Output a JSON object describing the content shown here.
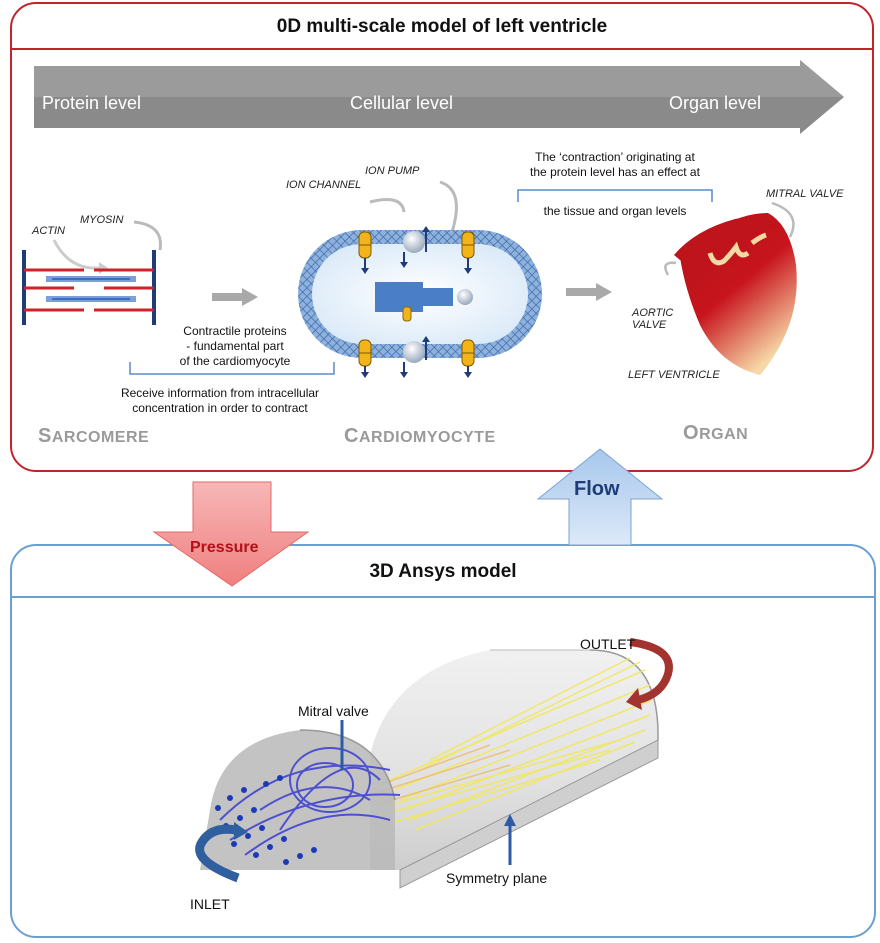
{
  "top_panel": {
    "title": "0D multi-scale model of left ventricle",
    "levels": [
      "Protein level",
      "Cellular level",
      "Organ level"
    ],
    "sarcomere": {
      "actin": "ACTIN",
      "myosin": "MYOSIN",
      "note": [
        "Contractile proteins",
        "- fundamental part",
        "of the cardiomyocyte"
      ],
      "heading_first": "S",
      "heading_rest": "ARCOMERE"
    },
    "cardiomyocyte": {
      "ion_pump": "ION PUMP",
      "ion_channel": "ION CHANNEL",
      "note": [
        "Receive information from intracellular",
        "concentration in order to contract"
      ],
      "heading_first": "C",
      "heading_rest": "ARDIOMYOCYTE"
    },
    "organ": {
      "note": [
        "The ‘contraction’ originating at",
        "the protein level has an effect at",
        "the tissue and organ levels"
      ],
      "mitral_valve": "MITRAL VALVE",
      "aortic_valve": [
        "AORTIC",
        "VALVE"
      ],
      "left_ventricle": "LEFT VENTRICLE",
      "heading_first": "O",
      "heading_rest": "RGAN"
    }
  },
  "arrows": {
    "pressure": "Pressure",
    "flow": "Flow"
  },
  "bottom_panel": {
    "title": "3D Ansys model",
    "labels": {
      "outlet": "OUTLET",
      "mitral_valve": "Mitral valve",
      "symmetry_plane": "Symmetry plane",
      "inlet": "INLET"
    }
  },
  "colors": {
    "top_border": "#c0252c",
    "bottom_border": "#6a9fd4",
    "level_arrow": "#8a8a8a",
    "pressure_arrow": "#f49a9a",
    "flow_arrow": "#b9d3f0"
  }
}
